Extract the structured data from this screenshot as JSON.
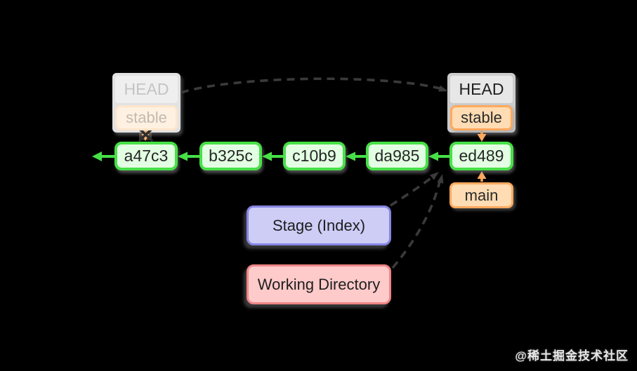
{
  "diagram": {
    "left_head_group": {
      "head_label": "HEAD",
      "branch_label": "stable"
    },
    "right_head_group": {
      "head_label": "HEAD",
      "branch_label": "stable"
    },
    "commits": [
      {
        "id": "a47c3"
      },
      {
        "id": "b325c"
      },
      {
        "id": "c10b9"
      },
      {
        "id": "da985"
      },
      {
        "id": "ed489"
      }
    ],
    "main_branch_label": "main",
    "stage_label": "Stage (Index)",
    "working_label": "Working Directory",
    "watermark": "@稀土掘金技术社区",
    "colors": {
      "background": "#000000",
      "commit_border": "#47e047",
      "commit_fill": "#e3ffe3",
      "branch_border": "#ffa95e",
      "branch_fill": "#ffdcb3",
      "faded_branch_border": "#ffe5cb",
      "faded_branch_fill": "#fff1e1",
      "stage_border": "#8585e4",
      "stage_fill": "#cdcdf6",
      "working_border": "#ee8585",
      "working_fill": "#ffcaca",
      "head_fill": "#e7e7e7",
      "head_fill_faded": "#efefef",
      "panel_gray": "#cccccc",
      "dashed_arrow": "#3a3a3a",
      "text_dark": "#262626",
      "text_faded": "#c4c4c4"
    }
  }
}
